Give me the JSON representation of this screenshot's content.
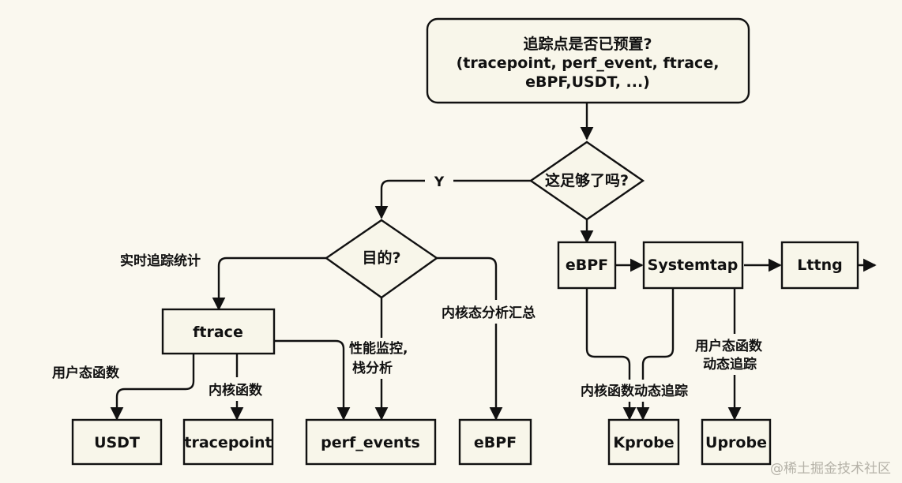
{
  "nodes": {
    "question": [
      "追踪点是否已预置?",
      "(tracepoint, perf_event, ftrace,",
      "eBPF,USDT, ...)"
    ],
    "enough": "这足够了吗?",
    "purpose": "目的?",
    "ftrace": "ftrace",
    "ebpf_right": "eBPF",
    "systemtap": "Systemtap",
    "lttng": "Lttng",
    "usdt": "USDT",
    "tracepoint": "tracepoint",
    "perf_events": "perf_events",
    "ebpf_bottom": "eBPF",
    "kprobe": "Kprobe",
    "uprobe": "Uprobe"
  },
  "edge_labels": {
    "yes": "Y",
    "realtime_stats": "实时追踪统计",
    "kernel_summary": "内核态分析汇总",
    "perf_monitor": [
      "性能监控,",
      "栈分析"
    ],
    "user_func_left": "用户态函数",
    "kernel_func_left": "内核函数",
    "user_func_dynamic": [
      "用户态函数",
      "动态追踪"
    ],
    "kernel_func_dynamic": "内核函数动态追踪"
  },
  "watermark": "@稀土掘金技术社区"
}
